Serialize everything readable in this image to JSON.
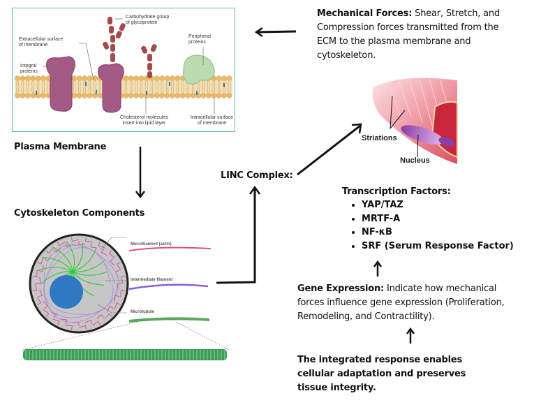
{
  "membrane_figure": {
    "labels": {
      "carbohydrate": [
        "Carbohydrate group",
        "of glycoprotein"
      ],
      "extracellular": [
        "Extracellular surface",
        "of membrane"
      ],
      "integral": [
        "Integral",
        "proteins"
      ],
      "peripheral": [
        "Peripheral",
        "proteins"
      ],
      "cholesterol": [
        "Cholesterol molecules",
        "insert into lipid layer"
      ],
      "intracellular": [
        "Intracellular surface",
        "of membrane"
      ]
    },
    "colors": {
      "border": "#5fb3b3",
      "lipid": "#e8b96a",
      "protein": "#a35a85",
      "carb": "#a34a4a",
      "peripheral": "#b9dcb1",
      "cholesterol": "#2e7fc1"
    }
  },
  "plasma_membrane_label": "Plasma Membrane",
  "cytoskeleton_label": "Cytoskeleton Components",
  "cytoskeleton_figure": {
    "labels": {
      "microfilament": "Microfilament (actin)",
      "intermediate": "Intermediate filament",
      "microtubule": "Microtubule"
    },
    "colors": {
      "cell": "#c6c6c6",
      "nucleus": "#2f78c4",
      "actin": "#e0338f",
      "intermediate": "#9b66d6",
      "microtubule": "#3fa24a"
    }
  },
  "mechanical_forces": {
    "title": "Mechanical Forces:",
    "text": " Shear, Stretch, and Compression forces transmitted from the ECM to the plasma membrane and cytoskeleton."
  },
  "linc_label": "LINC Complex:",
  "muscle_figure": {
    "labels": {
      "striations": "Striations",
      "nucleus": "Nucleus"
    }
  },
  "transcription_factors": {
    "title": "Transcription Factors:",
    "items": [
      "YAP/TAZ",
      "MRTF-A",
      "NF-κB",
      "SRF (Serum Response Factor)"
    ]
  },
  "gene_expression": {
    "title": "Gene Expression:",
    "text": " Indicate how mechanical forces influence gene expression (Proliferation, Remodeling, and Contractility)."
  },
  "conclusion": "The integrated response enables cellular adaptation and preserves tissue integrity."
}
